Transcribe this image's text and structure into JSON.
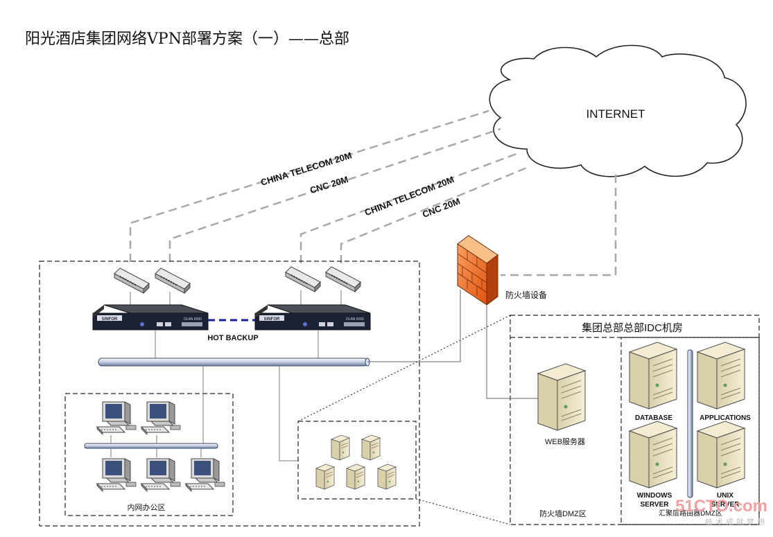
{
  "title": "阳光酒店集团网络VPN部署方案（一）——总部",
  "cloud": {
    "label": "INTERNET"
  },
  "links": [
    {
      "label": "CHINA  TELECOM  20M"
    },
    {
      "label": "CNC  20M"
    },
    {
      "label": "CHINA  TELECOM  20M"
    },
    {
      "label": "CNC  20M"
    }
  ],
  "devices": {
    "brand": "SINFOR",
    "model": "DLAN 6000",
    "hot_backup": "HOT  BACKUP"
  },
  "firewall": {
    "label": "防火墙设备"
  },
  "zones": {
    "office": "内网办公区",
    "idc": "集团总部总部IDC机房",
    "dmz": "防火墙DMZ区",
    "router_dmz": "汇聚层路由器DMZ区"
  },
  "servers": {
    "web": "WEB服务器",
    "database": "DATABASE",
    "applications": "APPLICATIONS",
    "windows_line1": "WINDOWS",
    "windows_line2": "SERVER",
    "unix_line1": "UNIX",
    "unix_line2": "SERVER"
  },
  "watermark": {
    "main": "51CTO.com",
    "sub": "技术成就梦想"
  }
}
